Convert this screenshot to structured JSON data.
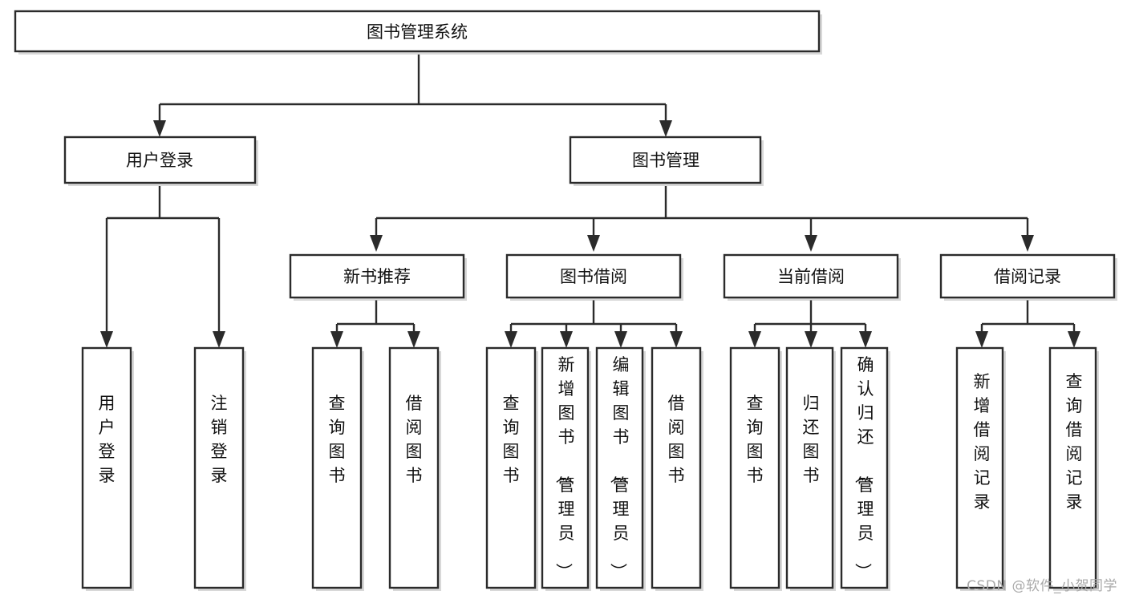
{
  "diagram": {
    "type": "tree",
    "title": "图书管理系统",
    "watermark": "CSDN @软件_小贺同学",
    "colors": {
      "box_fill": "#ffffff",
      "box_stroke": "#2b2b2b",
      "text": "#111111",
      "watermark": "#a9a9a9",
      "background": "#ffffff"
    },
    "levels": [
      {
        "level": 1,
        "nodes": [
          {
            "id": "root",
            "label": "图书管理系统",
            "orientation": "horizontal"
          }
        ]
      },
      {
        "level": 2,
        "nodes": [
          {
            "id": "login",
            "label": "用户登录",
            "orientation": "horizontal",
            "parent": "root"
          },
          {
            "id": "bookmgmt",
            "label": "图书管理",
            "orientation": "horizontal",
            "parent": "root"
          }
        ]
      },
      {
        "level": 3,
        "nodes": [
          {
            "id": "newbook",
            "label": "新书推荐",
            "orientation": "horizontal",
            "parent": "bookmgmt"
          },
          {
            "id": "borrow",
            "label": "图书借阅",
            "orientation": "horizontal",
            "parent": "bookmgmt"
          },
          {
            "id": "current",
            "label": "当前借阅",
            "orientation": "horizontal",
            "parent": "bookmgmt"
          },
          {
            "id": "records",
            "label": "借阅记录",
            "orientation": "horizontal",
            "parent": "bookmgmt"
          }
        ]
      },
      {
        "level": 4,
        "nodes": [
          {
            "id": "leaf-1",
            "label": "用户登录",
            "orientation": "vertical",
            "parent": "login"
          },
          {
            "id": "leaf-2",
            "label": "注销登录",
            "orientation": "vertical",
            "parent": "login"
          },
          {
            "id": "leaf-3",
            "label": "查询图书",
            "orientation": "vertical",
            "parent": "newbook"
          },
          {
            "id": "leaf-4",
            "label": "借阅图书",
            "orientation": "vertical",
            "parent": "newbook"
          },
          {
            "id": "leaf-5",
            "label": "查询图书",
            "orientation": "vertical",
            "parent": "borrow"
          },
          {
            "id": "leaf-6",
            "label": "新增图书（管理员）",
            "orientation": "vertical",
            "parent": "borrow"
          },
          {
            "id": "leaf-7",
            "label": "编辑图书（管理员）",
            "orientation": "vertical",
            "parent": "borrow"
          },
          {
            "id": "leaf-8",
            "label": "借阅图书",
            "orientation": "vertical",
            "parent": "borrow"
          },
          {
            "id": "leaf-9",
            "label": "查询图书",
            "orientation": "vertical",
            "parent": "current"
          },
          {
            "id": "leaf-10",
            "label": "归还图书",
            "orientation": "vertical",
            "parent": "current"
          },
          {
            "id": "leaf-11",
            "label": "确认归还（管理员）",
            "orientation": "vertical",
            "parent": "current"
          },
          {
            "id": "leaf-12",
            "label": "新增借阅记录",
            "orientation": "vertical",
            "parent": "records"
          },
          {
            "id": "leaf-13",
            "label": "查询借阅记录",
            "orientation": "vertical",
            "parent": "records"
          }
        ]
      }
    ]
  }
}
